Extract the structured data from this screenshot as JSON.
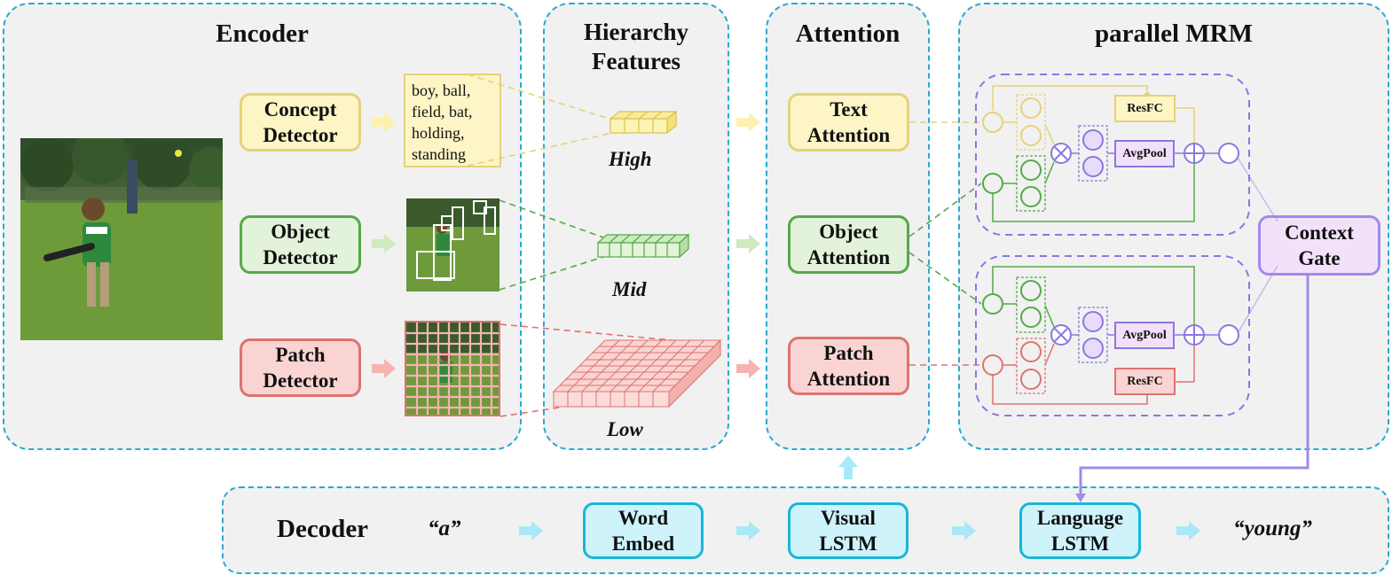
{
  "panels": {
    "encoder": "Encoder",
    "hierarchy": "Hierarchy\nFeatures",
    "attention": "Attention",
    "mrm": "parallel MRM",
    "decoder": "Decoder"
  },
  "detectors": {
    "concept": "Concept\nDetector",
    "object": "Object\nDetector",
    "patch": "Patch\nDetector"
  },
  "concepts_text": "boy, ball,\nfield, bat,\nholding,\nstanding",
  "levels": {
    "high": "High",
    "mid": "Mid",
    "low": "Low"
  },
  "attention": {
    "text": "Text\nAttention",
    "object": "Object\nAttention",
    "patch": "Patch\nAttention"
  },
  "mrm_blocks": {
    "resfc": "ResFC",
    "avgpool": "AvgPool"
  },
  "context_gate": "Context\nGate",
  "decoder": {
    "input_word": "“a”",
    "word_embed": "Word\nEmbed",
    "visual_lstm": "Visual\nLSTM",
    "language_lstm": "Language\nLSTM",
    "output_word": "“young”"
  },
  "colors": {
    "text": "#e5d27a",
    "object": "#55a948",
    "patch": "#dd7370",
    "decoder": "#1ab6d8",
    "gate": "#a08be8",
    "panel_border": "#29a9d3"
  }
}
